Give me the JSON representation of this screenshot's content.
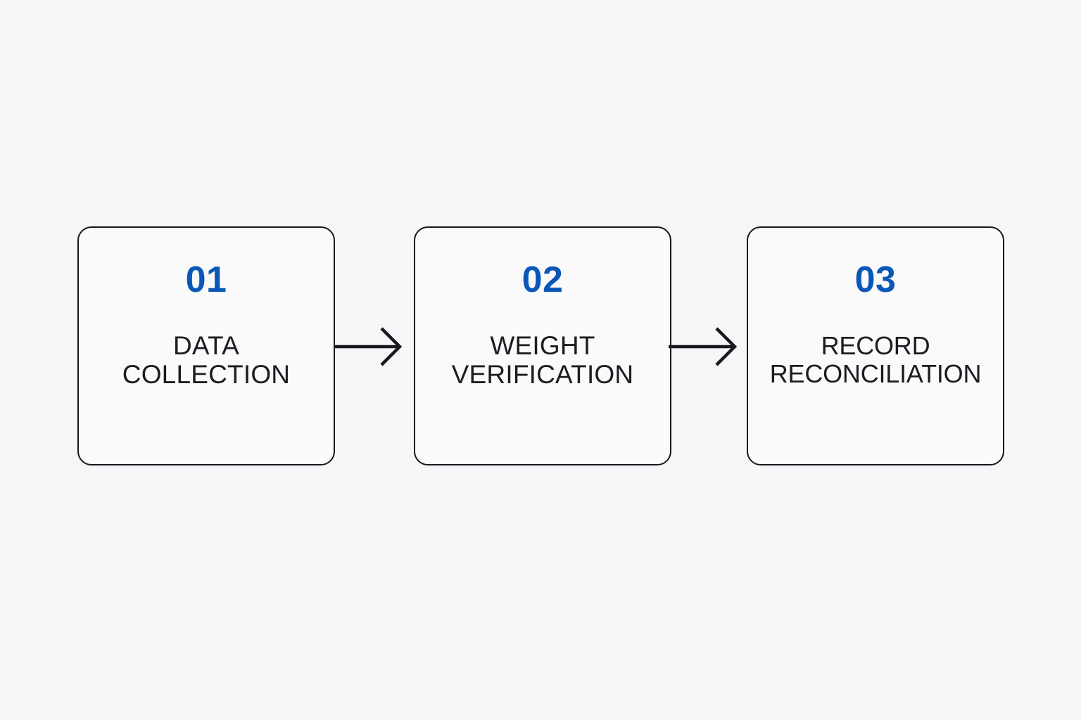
{
  "diagram": {
    "type": "process-flow",
    "orientation": "horizontal",
    "background_color": "#f5f6f7",
    "box_fill_color": "#fafafb",
    "box_border_color": "#16181c",
    "number_color": "#0b57b8",
    "label_color": "#1a1d21",
    "connector_color": "#16181c",
    "steps": [
      {
        "number": "01",
        "label": "DATA\nCOLLECTION",
        "label_line1": "DATA",
        "label_line2": "COLLECTION"
      },
      {
        "number": "02",
        "label": "WEIGHT\nVERIFICATION",
        "label_line1": "WEIGHT",
        "label_line2": "VERIFICATION"
      },
      {
        "number": "03",
        "label": "RECORD\nRECONCILIATION",
        "label_line1": "RECORD",
        "label_line2": "RECONCILIATION"
      }
    ],
    "connectors": [
      {
        "from": "01",
        "to": "02",
        "glyph": "arrow-right"
      },
      {
        "from": "02",
        "to": "03",
        "glyph": "arrow-right"
      }
    ]
  }
}
